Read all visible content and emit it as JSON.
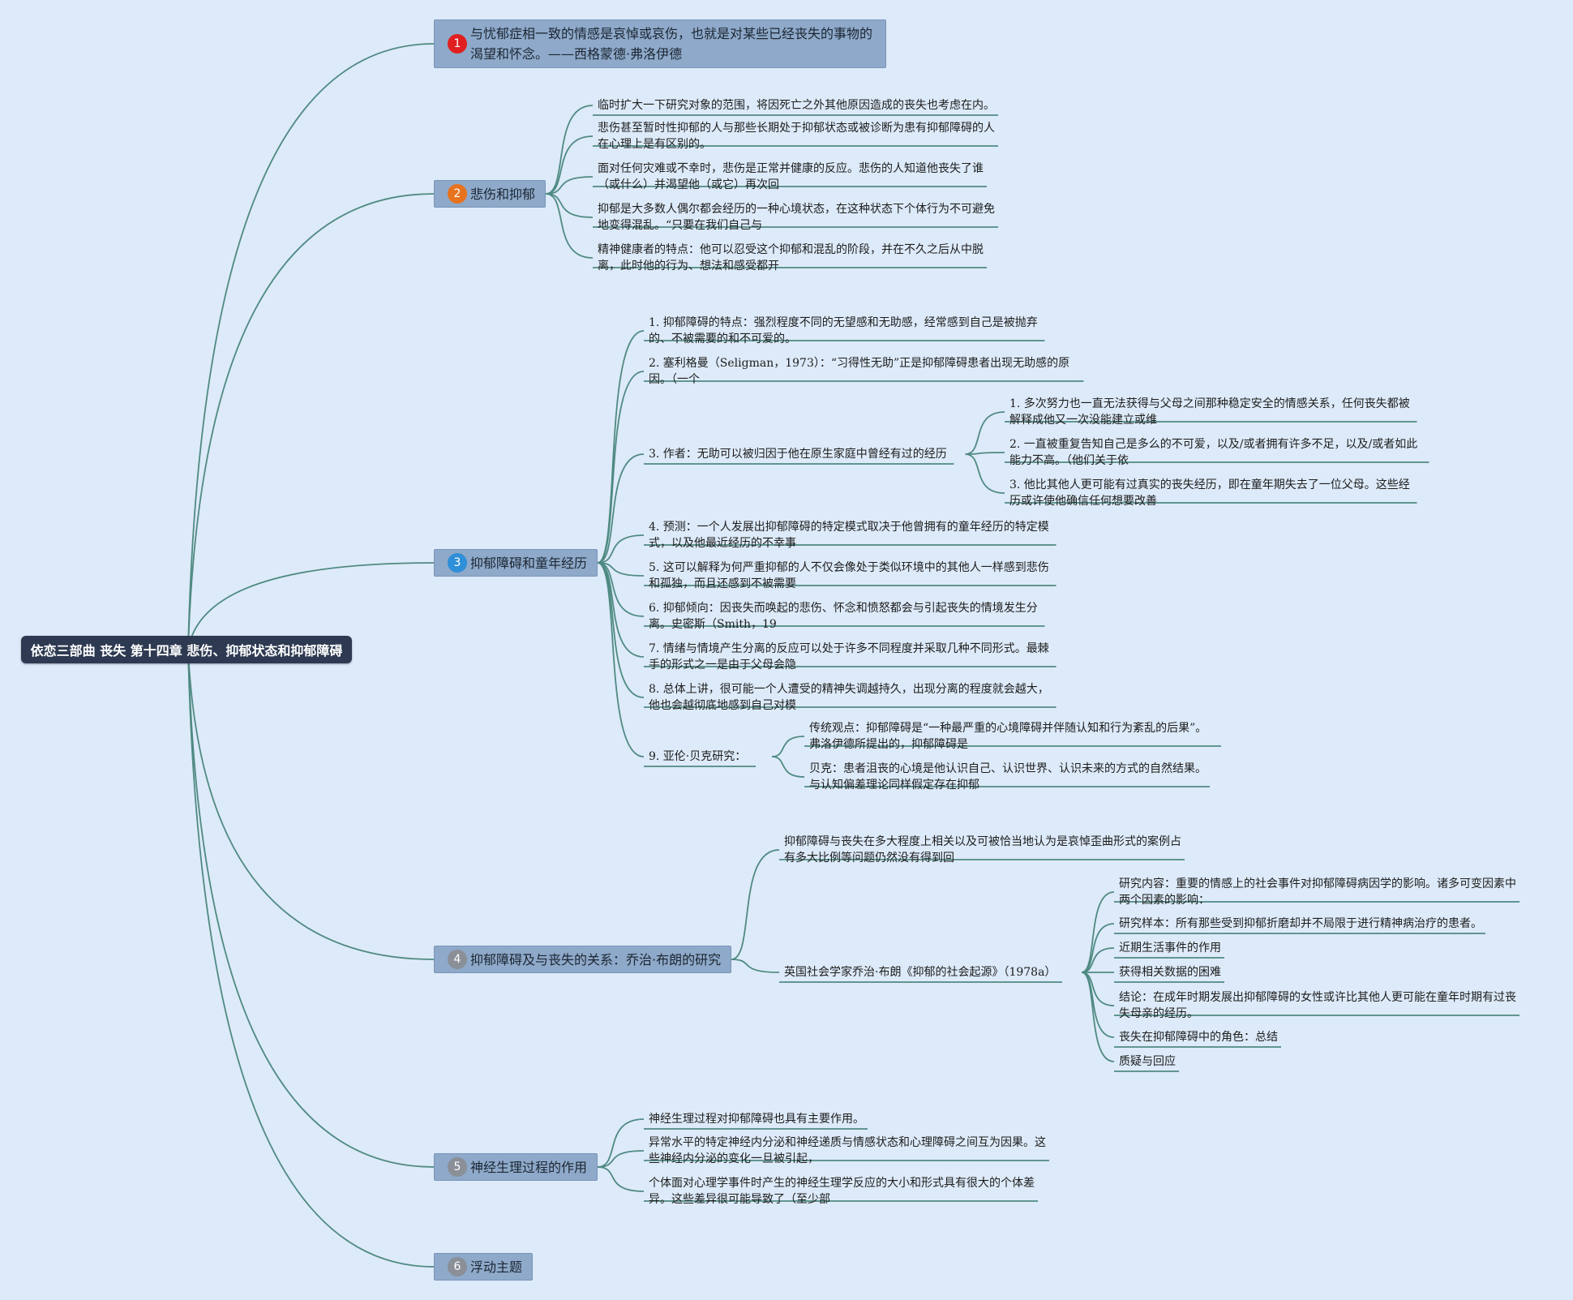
{
  "root": "依恋三部曲 丧失 第十四章 悲伤、抑郁状态和抑郁障碍",
  "colors": {
    "background": "#ddeaf9",
    "root_fill": "#2e3a52",
    "topic_fill": "#8ea9c9",
    "link": "#4f8a82",
    "badge_1": "#e02020",
    "badge_2": "#e8731f",
    "badge_3": "#2f8fd8",
    "badge_other": "#8a8f98"
  },
  "topics": [
    {
      "number": "1",
      "lines": [
        "与忧郁症相一致的情感是哀悼或哀伤，也就是对某些已经丧失的事物的",
        "渴望和怀念。——西格蒙德·弗洛伊德"
      ]
    },
    {
      "number": "2",
      "lines": [
        "悲伤和抑郁"
      ],
      "children": [
        [
          "临时扩大一下研究对象的范围，将因死亡之外其他原因造成的丧失也考虑在内。"
        ],
        [
          "悲伤甚至暂时性抑郁的人与那些长期处于抑郁状态或被诊断为患有抑郁障碍的人",
          "在心理上是有区别的。"
        ],
        [
          "面对任何灾难或不幸时，悲伤是正常并健康的反应。悲伤的人知道他丧失了谁",
          "（或什么）并渴望他（或它）再次回"
        ],
        [
          "抑郁是大多数人偶尔都会经历的一种心境状态，在这种状态下个体行为不可避免",
          "地变得混乱。“只要在我们自己与"
        ],
        [
          "精神健康者的特点：他可以忍受这个抑郁和混乱的阶段，并在不久之后从中脱",
          "离，此时他的行为、想法和感受都开"
        ]
      ]
    },
    {
      "number": "3",
      "lines": [
        "抑郁障碍和童年经历"
      ],
      "children": [
        [
          "1. 抑郁障碍的特点：强烈程度不同的无望感和无助感，经常感到自己是被抛弃",
          "的、不被需要的和不可爱的。"
        ],
        [
          "2. 塞利格曼（Seligman，1973）：“习得性无助”正是抑郁障碍患者出现无助感的原",
          "因。（一个"
        ],
        [
          "3. 作者：无助可以被归因于他在原生家庭中曾经有过的经历"
        ],
        [
          "4. 预测：一个人发展出抑郁障碍的特定模式取决于他曾拥有的童年经历的特定模",
          "式，以及他最近经历的不幸事"
        ],
        [
          "5. 这可以解释为何严重抑郁的人不仅会像处于类似环境中的其他人一样感到悲伤",
          "和孤独，而且还感到不被需要"
        ],
        [
          "6. 抑郁倾向：因丧失而唤起的悲伤、怀念和愤怒都会与引起丧失的情境发生分",
          "离。史密斯（Smith，19"
        ],
        [
          "7. 情绪与情境产生分离的反应可以处于许多不同程度并采取几种不同形式。最棘",
          "手的形式之一是由于父母会隐"
        ],
        [
          "8. 总体上讲，很可能一个人遭受的精神失调越持久，出现分离的程度就会越大，",
          "他也会越彻底地感到自己对模"
        ],
        [
          "9. 亚伦·贝克研究："
        ]
      ],
      "sub_item3": [
        [
          "1. 多次努力也一直无法获得与父母之间那种稳定安全的情感关系，任何丧失都被",
          "解释成他又一次没能建立或维"
        ],
        [
          "2. 一直被重复告知自己是多么的不可爱，以及/或者拥有许多不足，以及/或者如此",
          "能力不高。（他们关于依"
        ],
        [
          "3. 他比其他人更可能有过真实的丧失经历，即在童年期失去了一位父母。这些经",
          "历或许使他确信任何想要改善"
        ]
      ],
      "sub_item9": [
        [
          "传统观点：抑郁障碍是“一种最严重的心境障碍并伴随认知和行为紊乱的后果”。",
          "弗洛伊德所提出的，抑郁障碍是"
        ],
        [
          "贝克：患者沮丧的心境是他认识自己、认识世界、认识未来的方式的自然结果。",
          "与认知偏差理论同样假定存在抑郁"
        ]
      ]
    },
    {
      "number": "4",
      "lines": [
        "抑郁障碍及与丧失的关系：乔治·布朗的研究"
      ],
      "children": [
        [
          "抑郁障碍与丧失在多大程度上相关以及可被恰当地认为是哀悼歪曲形式的案例占",
          "有多大比例等问题仍然没有得到回"
        ],
        [
          "英国社会学家乔治·布朗《抑郁的社会起源》（1978a）"
        ]
      ],
      "sub_brown": [
        [
          "研究内容：重要的情感上的社会事件对抑郁障碍病因学的影响。诸多可变因素中",
          "两个因素的影响："
        ],
        [
          "研究样本：所有那些受到抑郁折磨却并不局限于进行精神病治疗的患者。"
        ],
        [
          "近期生活事件的作用"
        ],
        [
          "获得相关数据的困难"
        ],
        [
          "结论：在成年时期发展出抑郁障碍的女性或许比其他人更可能在童年时期有过丧",
          "失母亲的经历。"
        ],
        [
          "丧失在抑郁障碍中的角色：总结"
        ],
        [
          "质疑与回应"
        ]
      ]
    },
    {
      "number": "5",
      "lines": [
        "神经生理过程的作用"
      ],
      "children": [
        [
          "神经生理过程对抑郁障碍也具有主要作用。"
        ],
        [
          "异常水平的特定神经内分泌和神经递质与情感状态和心理障碍之间互为因果。这",
          "些神经内分泌的变化一旦被引起，"
        ],
        [
          "个体面对心理学事件时产生的神经生理学反应的大小和形式具有很大的个体差",
          "异。这些差异很可能导致了（至少部"
        ]
      ]
    },
    {
      "number": "6",
      "lines": [
        "浮动主题"
      ]
    }
  ]
}
